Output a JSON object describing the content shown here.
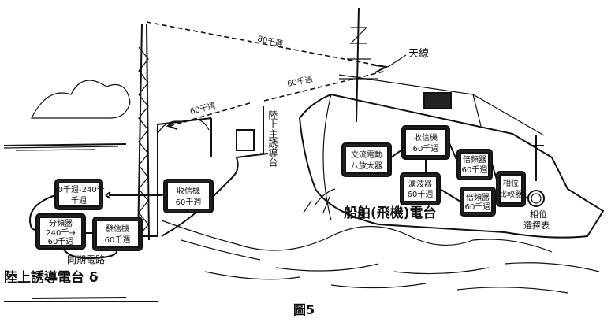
{
  "diagram": {
    "caption": "圖5",
    "land_station": {
      "title": "陸上誘導電台 δ",
      "sync_circuit": "同期電路",
      "units": [
        {
          "id": "ls-mod",
          "lines": [
            "60千週-240千",
            "千週"
          ]
        },
        {
          "id": "ls-freq",
          "lines": [
            "分頻器",
            "240千→",
            "60千週"
          ]
        },
        {
          "id": "ls-tx",
          "lines": [
            "發信機",
            "60千週"
          ]
        },
        {
          "id": "ls-rx",
          "lines": [
            "收信機",
            "60千週"
          ]
        }
      ]
    },
    "shore_master": {
      "label": "陸上主誘導台"
    },
    "ship_station": {
      "title": "船舶(飛機)電台",
      "antenna": "天線",
      "phase_meter": "相位",
      "phase_meter_sub": "選擇表",
      "units": [
        {
          "id": "sh-amp",
          "lines": [
            "交流電動",
            "八放大器"
          ]
        },
        {
          "id": "sh-rx",
          "lines": [
            "收信機",
            "60千週"
          ]
        },
        {
          "id": "sh-filter",
          "lines": [
            "濾波器",
            "60千週"
          ]
        },
        {
          "id": "sh-u4",
          "lines": [
            "倍頻器",
            "60千週"
          ]
        },
        {
          "id": "sh-u5",
          "lines": [
            "倍頻器",
            "60千週"
          ]
        },
        {
          "id": "sh-u6",
          "lines": [
            "相位",
            "比較器"
          ]
        }
      ]
    },
    "signals": {
      "top": "80千週",
      "mid": "60千週",
      "left": "60千週"
    }
  }
}
